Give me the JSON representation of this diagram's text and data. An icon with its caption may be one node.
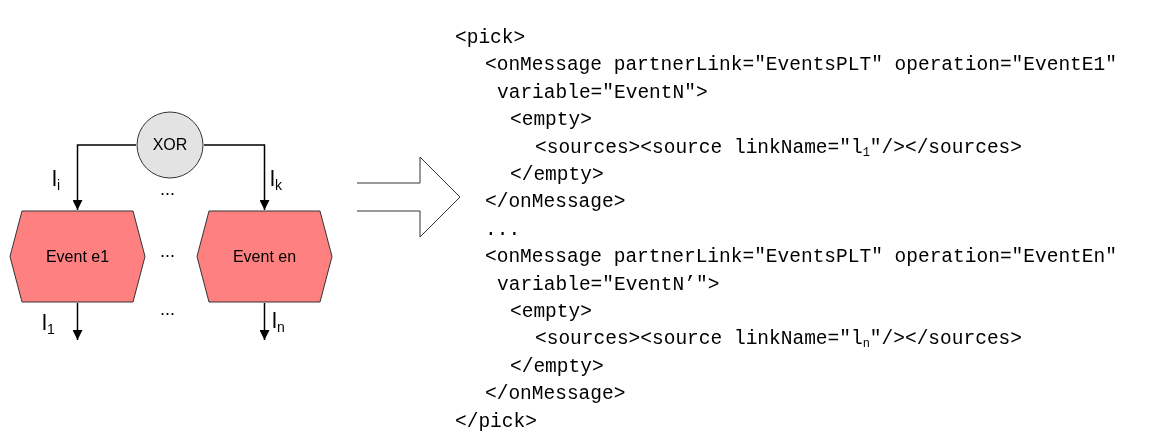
{
  "diagram": {
    "nodes": [
      {
        "text": [
          "XOR"
        ]
      },
      {
        "text": [
          "Event e1"
        ]
      },
      {
        "text": [
          "Event en"
        ]
      }
    ],
    "edges": [
      {
        "from": 0,
        "to": 1,
        "arrow": "to",
        "label": "l$_{i}$"
      },
      {
        "from": 0,
        "to": 2,
        "arrow": "to",
        "label": "l$_{k}$"
      },
      {
        "from": 1,
        "to": null,
        "arrow": "to",
        "label": "l$_{1}$"
      },
      {
        "from": 2,
        "to": null,
        "arrow": "to",
        "label": "l$_{n}$"
      }
    ],
    "labels": [
      "...",
      "...",
      "...",
      "<pick>",
      "<onMessage partnerLink=\"EventsPLT\" operation=\"EventE1\"",
      "variable=\"EventN\">",
      "<empty>",
      "<sources><source linkName=\"l$_{1}$\"/></sources>",
      "</empty>",
      "</onMessage>",
      "...",
      "<onMessage partnerLink=\"EventsPLT\" operation=\"EventEn\"",
      "variable=\"EventN’\">",
      "<empty>",
      "<sources><source linkName=\"l$_{n}$\"/></sources>",
      "</empty>",
      "</onMessage>",
      "</pick>"
    ]
  }
}
